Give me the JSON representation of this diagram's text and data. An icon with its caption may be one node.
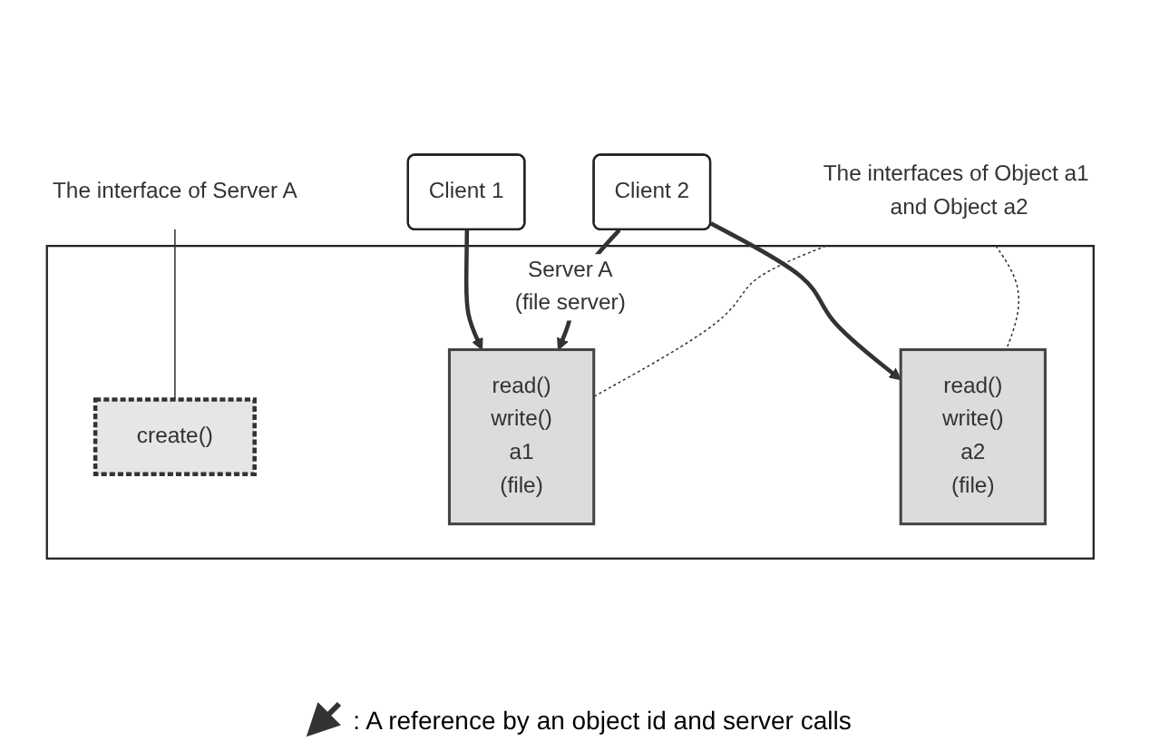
{
  "diagram": {
    "nodes": [
      {
        "text": [
          "Client 1"
        ]
      },
      {
        "text": [
          "Client 2"
        ]
      },
      {
        "text": [
          "The interface of Server A"
        ]
      },
      {
        "text": [
          "The interfaces of Object a1 and Object a2"
        ]
      },
      {
        "text": [
          "Server A",
          "(file server)"
        ]
      },
      {
        "text": [
          "create()"
        ],
        "in": 4
      },
      {
        "text": [
          "read()",
          "write()",
          "a1",
          "(file)"
        ],
        "in": 4
      },
      {
        "text": [
          "read()",
          "write()",
          "a2",
          "(file)"
        ],
        "in": 4
      }
    ],
    "edges": [
      {
        "from": 0,
        "to": 6,
        "arrow": "to",
        "style": "thick"
      },
      {
        "from": 1,
        "to": 6,
        "arrow": "to",
        "style": "thick"
      },
      {
        "from": 1,
        "to": 7,
        "arrow": "to",
        "style": "thick"
      },
      {
        "from": 2,
        "to": 5,
        "arrow": "none"
      },
      {
        "from": 3,
        "to": 6,
        "arrow": "none",
        "style": "dashed"
      },
      {
        "from": 3,
        "to": 7,
        "arrow": "none",
        "style": "dashed"
      }
    ],
    "legend": [
      {
        "text": ": A reference by an object id and server calls"
      }
    ]
  }
}
